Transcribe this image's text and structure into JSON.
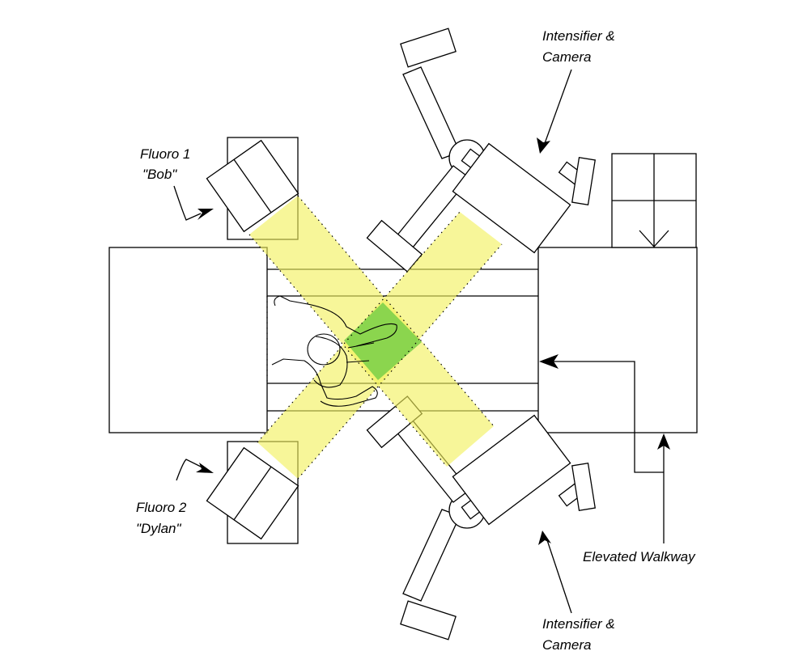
{
  "labels": {
    "fluoro1_line1": "Fluoro 1",
    "fluoro1_line2": "\"Bob\"",
    "fluoro2_line1": "Fluoro 2",
    "fluoro2_line2": "\"Dylan\"",
    "intensifier_top_line1": "Intensifier &",
    "intensifier_top_line2": "Camera",
    "intensifier_bottom_line1": "Intensifier &",
    "intensifier_bottom_line2": "Camera",
    "walkway": "Elevated Walkway"
  },
  "colors": {
    "beam": "#f2f05a",
    "overlap": "#7fd24a",
    "line": "#000000",
    "background": "#ffffff"
  }
}
